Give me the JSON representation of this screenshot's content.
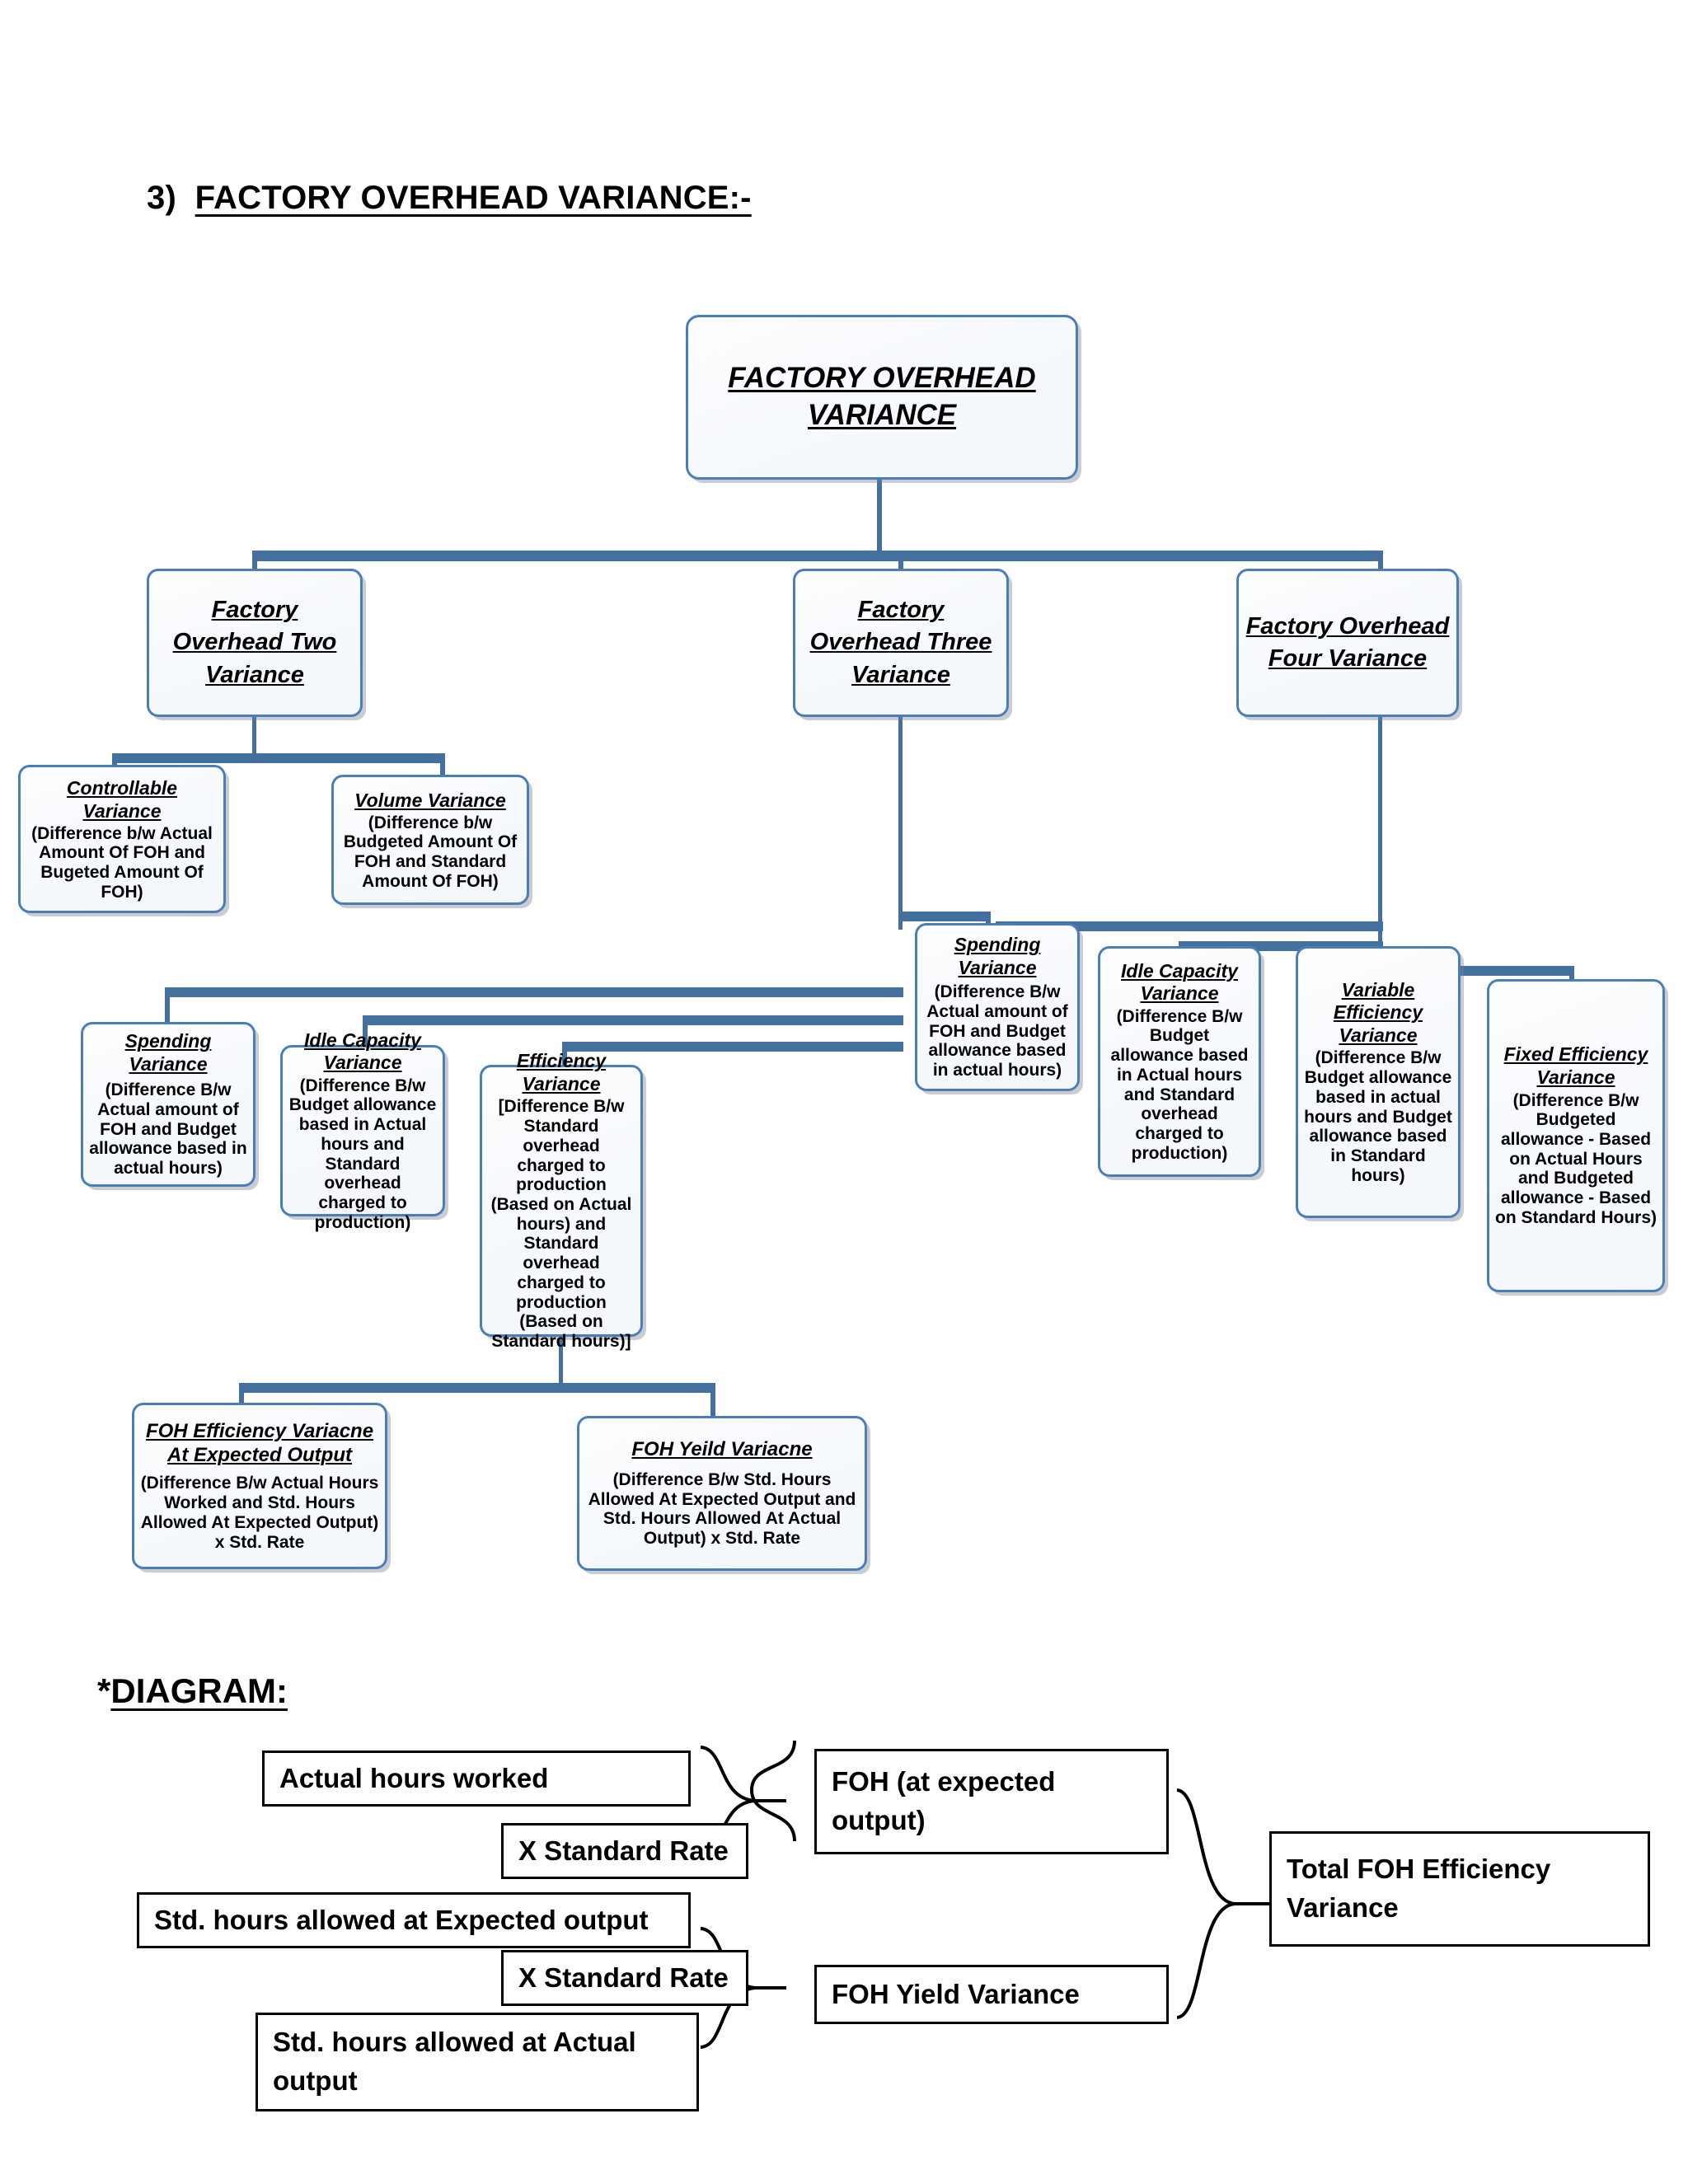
{
  "headings": {
    "section_number": "3)",
    "section_title": "FACTORY OVERHEAD VARIANCE:-",
    "diagram_star": "*",
    "diagram_title": "DIAGRAM:"
  },
  "colors": {
    "node_border": "#4a7ebb",
    "connector": "#44709d",
    "node_fill": "#f7fafd",
    "plain_box_border": "#000000",
    "text": "#000000"
  },
  "tree": {
    "root": {
      "title": "FACTORY OVERHEAD VARIANCE"
    },
    "level2": [
      {
        "title": "Factory Overhead Two Variance"
      },
      {
        "title": "Factory Overhead Three Variance"
      },
      {
        "title": "Factory Overhead Four Variance"
      }
    ],
    "two_variance_children": [
      {
        "title": "Controllable Variance",
        "body": "(Difference b/w Actual Amount Of FOH and Bugeted Amount Of FOH)"
      },
      {
        "title": "Volume Variance",
        "body": "(Difference b/w Budgeted Amount Of FOH and Standard Amount Of FOH)"
      }
    ],
    "three_variance_children": [
      {
        "title": "Spending Variance",
        "body": "(Difference B/w Actual amount of FOH and Budget allowance based in actual hours)"
      },
      {
        "title": "Idle Capacity Variance",
        "body": "(Difference B/w Budget allowance based in Actual hours and Standard overhead charged to production)"
      },
      {
        "title": "Efficiency Variance",
        "body": "[Difference B/w Standard overhead charged to production (Based on Actual hours) and Standard overhead charged to production (Based on Standard hours)]"
      }
    ],
    "four_variance_children": [
      {
        "title": "Spending Variance",
        "body": "(Difference B/w Actual amount of FOH and Budget allowance based in actual hours)"
      },
      {
        "title": "Idle Capacity Variance",
        "body": "(Difference B/w Budget allowance based in Actual hours and Standard overhead charged to production)"
      },
      {
        "title": "Variable Efficiency Variance",
        "body": "(Difference B/w Budget allowance based in actual hours and Budget allowance based in Standard hours)"
      },
      {
        "title": "Fixed Efficiency Variance",
        "body": "(Difference B/w Budgeted allowance - Based on Actual Hours and Budgeted allowance - Based on Standard Hours)"
      }
    ],
    "efficiency_children": [
      {
        "title": "FOH Efficiency Variacne At Expected Output",
        "body": "(Difference B/w Actual Hours Worked and Std. Hours Allowed At Expected Output) x Std. Rate"
      },
      {
        "title": "FOH Yeild Variacne",
        "body": "(Difference B/w Std. Hours Allowed At Expected Output and Std. Hours Allowed At Actual Output) x Std. Rate"
      }
    ]
  },
  "diagram": {
    "boxes": [
      {
        "id": "actual-hours-worked",
        "label": "Actual hours worked"
      },
      {
        "id": "standard-rate-1",
        "label": "X Standard Rate"
      },
      {
        "id": "std-hours-expected",
        "label": "Std. hours allowed at Expected output"
      },
      {
        "id": "standard-rate-2",
        "label": "X Standard Rate"
      },
      {
        "id": "std-hours-actual",
        "label": "Std. hours allowed at Actual output"
      },
      {
        "id": "foh-expected-output",
        "label": "FOH (at expected output)"
      },
      {
        "id": "foh-yield-variance",
        "label": "FOH Yield Variance"
      },
      {
        "id": "total-foh-efficiency-variance",
        "label": "Total FOH Efficiency Variance"
      }
    ]
  }
}
